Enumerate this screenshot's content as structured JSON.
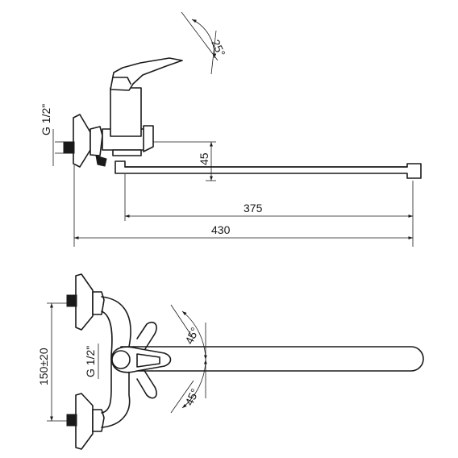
{
  "side_view": {
    "thread_label": "G 1/2\"",
    "lever_angle": "25°",
    "spout_height": "45",
    "spout_reach": "375",
    "total_length": "430"
  },
  "top_view": {
    "thread_label": "G 1/2\"",
    "inlet_spacing": "150±20",
    "swing_angle_upper": "45°",
    "swing_angle_lower": "45°"
  }
}
